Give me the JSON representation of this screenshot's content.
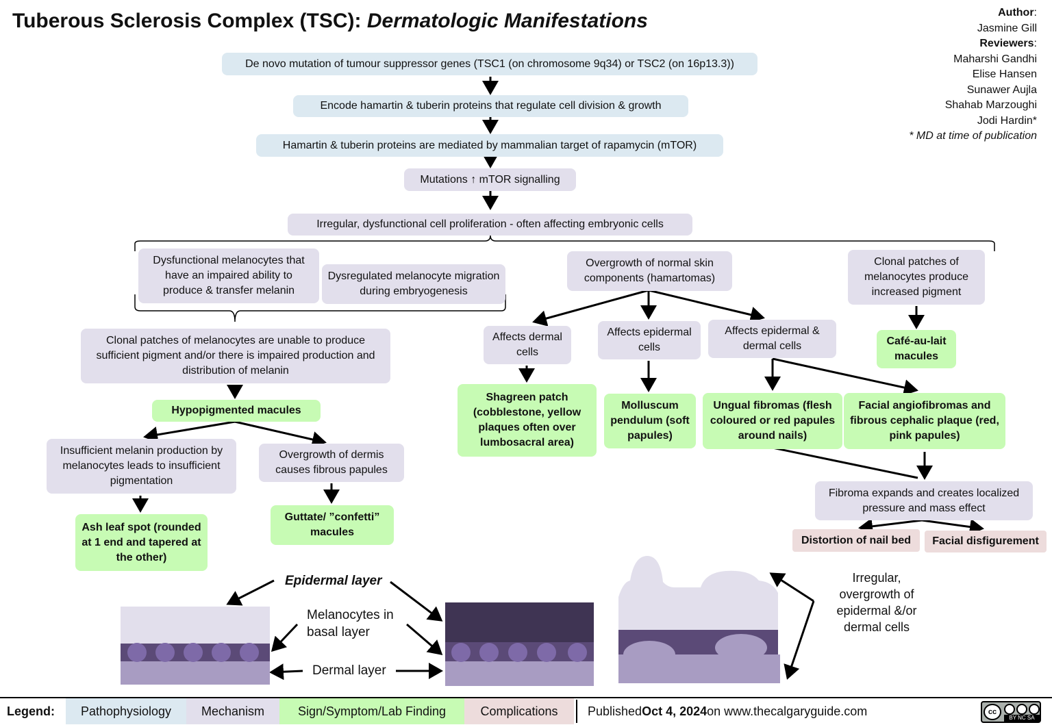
{
  "title": {
    "main": "Tuberous Sclerosis Complex (TSC): ",
    "sub": "Dermatologic Manifestations"
  },
  "credits": {
    "author_label": "Author",
    "author": "Jasmine Gill",
    "reviewers_label": "Reviewers",
    "reviewers": [
      "Maharshi Gandhi",
      "Elise Hansen",
      "Sunawer Aujla",
      "Shahab Marzoughi",
      "Jodi Hardin*"
    ],
    "note": "* MD at time of publication"
  },
  "flow": {
    "b1": "De novo mutation of tumour suppressor genes (TSC1 (on chromosome 9q34) or TSC2 (on 16p13.3))",
    "b2": "Encode hamartin & tuberin proteins that regulate cell division & growth",
    "b3": "Hamartin & tuberin proteins are mediated by mammalian target of rapamycin (mTOR)",
    "b4": "Mutations ↑ mTOR signalling",
    "b5": "Irregular, dysfunctional cell proliferation - often affecting embryonic cells",
    "dys_melanocytes": "Dysfunctional melanocytes that have an impaired ability to produce & transfer melanin",
    "dys_migration": "Dysregulated melanocyte migration during embryogenesis",
    "clonal_unable": "Clonal patches of melanocytes are unable to produce sufficient pigment and/or there is impaired production and distribution of melanin",
    "hypopigmented": "Hypopigmented macules",
    "insufficient": "Insufficient melanin production by melanocytes leads to insufficient pigmentation",
    "overgrowth_dermis": "Overgrowth of dermis causes fibrous papules",
    "ash_leaf": "Ash leaf spot (rounded at 1 end and tapered at the other)",
    "guttate": "Guttate/ ”confetti” macules",
    "overgrowth_normal": "Overgrowth of normal skin components (hamartomas)",
    "affects_dermal": "Affects dermal cells",
    "affects_epidermal": "Affects epidermal cells",
    "affects_both": "Affects epidermal & dermal cells",
    "shagreen": "Shagreen patch (cobblestone, yellow plaques often over lumbosacral area)",
    "molluscum": "Molluscum pendulum (soft papules)",
    "ungual": "Ungual fibromas (flesh coloured or red papules around nails)",
    "facial": "Facial angiofibromas and fibrous cephalic plaque (red, pink papules)",
    "clonal_increase": "Clonal patches of melanocytes produce increased pigment",
    "cafe": "Café-au-lait macules",
    "fibroma": "Fibroma expands and creates localized pressure and mass effect",
    "distortion": "Distortion of nail bed",
    "disfigurement": "Facial disfigurement"
  },
  "illustration": {
    "epidermal_layer": "Epidermal layer",
    "melanocytes": "Melanocytes in basal layer",
    "dermal_layer": "Dermal layer",
    "irregular": "Irregular, overgrowth of epidermal &/or dermal cells"
  },
  "legend": {
    "label": "Legend:",
    "items": [
      "Pathophysiology",
      "Mechanism",
      "Sign/Symptom/Lab Finding",
      "Complications"
    ],
    "published_prefix": "Published ",
    "published_date": "Oct 4, 2024",
    "published_suffix": " on www.thecalgaryguide.com",
    "license_badge": "BY NC SA"
  },
  "colors": {
    "pathophysiology": "#dce9f1",
    "mechanism": "#e2dfec",
    "sign": "#c7fbb4",
    "complications": "#eddcdc"
  }
}
